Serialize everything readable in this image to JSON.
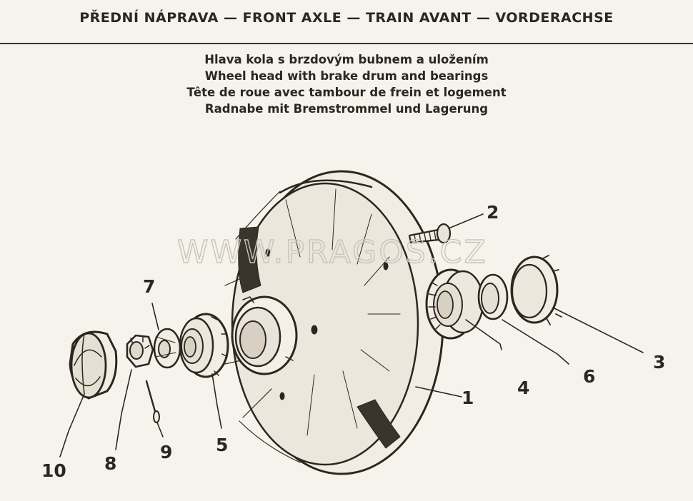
{
  "header": {
    "title": "PŘEDNÍ NÁPRAVA — FRONT AXLE — TRAIN AVANT — VORDERACHSE"
  },
  "subtitles": [
    "Hlava kola s brzdovým bubnem a uložením",
    "Wheel head with brake drum and bearings",
    "Tête de roue avec tambour de frein et logement",
    "Radnabe mit Bremstrommel und Lagerung"
  ],
  "watermark": "WWW.PRAGOS.CZ",
  "callouts": [
    "1",
    "2",
    "3",
    "4",
    "5",
    "6",
    "7",
    "8",
    "9",
    "10"
  ],
  "colors": {
    "paper": "#f6f3ec",
    "ink": "#2b2620",
    "watermark": "#c9c4bb"
  }
}
